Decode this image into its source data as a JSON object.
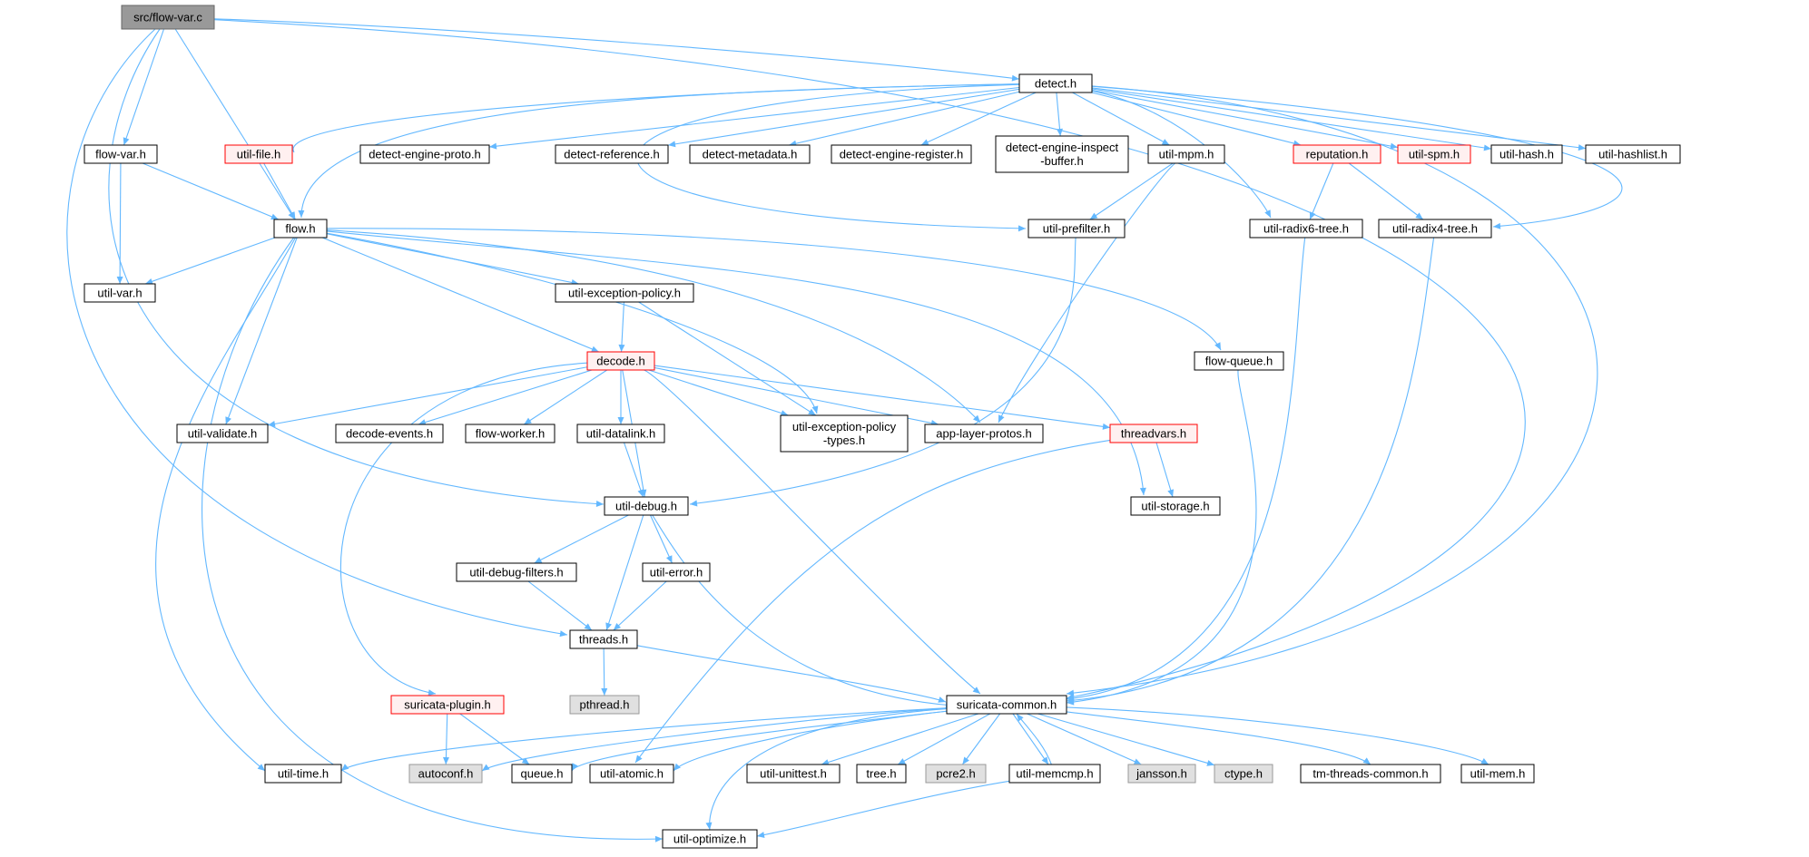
{
  "colors": {
    "edge": "#63b8ff",
    "root_fill": "#999999",
    "root_border": "#666666",
    "normal_fill": "#ffffff",
    "normal_border": "#000000",
    "missing_fill": "#e0e0e0",
    "missing_border": "#999999",
    "truncated_fill": "#fff0f0",
    "truncated_border": "#ff0000"
  },
  "nodes": [
    {
      "id": "flow-var-c",
      "label": "src/flow-var.c",
      "kind": "root"
    },
    {
      "id": "detect-h",
      "label": "detect.h",
      "kind": "normal"
    },
    {
      "id": "flow-var-h",
      "label": "flow-var.h",
      "kind": "normal"
    },
    {
      "id": "util-file-h",
      "label": "util-file.h",
      "kind": "truncated"
    },
    {
      "id": "detect-engine-proto-h",
      "label": "detect-engine-proto.h",
      "kind": "normal"
    },
    {
      "id": "detect-reference-h",
      "label": "detect-reference.h",
      "kind": "normal"
    },
    {
      "id": "detect-metadata-h",
      "label": "detect-metadata.h",
      "kind": "normal"
    },
    {
      "id": "detect-engine-register-h",
      "label": "detect-engine-register.h",
      "kind": "normal"
    },
    {
      "id": "detect-engine-inspect-buffer-h",
      "label": "detect-engine-inspect\n-buffer.h",
      "kind": "normal"
    },
    {
      "id": "util-mpm-h",
      "label": "util-mpm.h",
      "kind": "normal"
    },
    {
      "id": "reputation-h",
      "label": "reputation.h",
      "kind": "truncated"
    },
    {
      "id": "util-spm-h",
      "label": "util-spm.h",
      "kind": "truncated"
    },
    {
      "id": "util-hash-h",
      "label": "util-hash.h",
      "kind": "normal"
    },
    {
      "id": "util-hashlist-h",
      "label": "util-hashlist.h",
      "kind": "normal"
    },
    {
      "id": "flow-h",
      "label": "flow.h",
      "kind": "normal"
    },
    {
      "id": "util-prefilter-h",
      "label": "util-prefilter.h",
      "kind": "normal"
    },
    {
      "id": "util-radix6-tree-h",
      "label": "util-radix6-tree.h",
      "kind": "normal"
    },
    {
      "id": "util-radix4-tree-h",
      "label": "util-radix4-tree.h",
      "kind": "normal"
    },
    {
      "id": "util-var-h",
      "label": "util-var.h",
      "kind": "normal"
    },
    {
      "id": "util-exception-policy-h",
      "label": "util-exception-policy.h",
      "kind": "normal"
    },
    {
      "id": "flow-queue-h",
      "label": "flow-queue.h",
      "kind": "normal"
    },
    {
      "id": "decode-h",
      "label": "decode.h",
      "kind": "truncated"
    },
    {
      "id": "util-validate-h",
      "label": "util-validate.h",
      "kind": "normal"
    },
    {
      "id": "decode-events-h",
      "label": "decode-events.h",
      "kind": "normal"
    },
    {
      "id": "flow-worker-h",
      "label": "flow-worker.h",
      "kind": "normal"
    },
    {
      "id": "util-datalink-h",
      "label": "util-datalink.h",
      "kind": "normal"
    },
    {
      "id": "util-exception-policy-types-h",
      "label": "util-exception-policy\n-types.h",
      "kind": "normal"
    },
    {
      "id": "app-layer-protos-h",
      "label": "app-layer-protos.h",
      "kind": "normal"
    },
    {
      "id": "threadvars-h",
      "label": "threadvars.h",
      "kind": "truncated"
    },
    {
      "id": "util-debug-h",
      "label": "util-debug.h",
      "kind": "normal"
    },
    {
      "id": "util-storage-h",
      "label": "util-storage.h",
      "kind": "normal"
    },
    {
      "id": "util-debug-filters-h",
      "label": "util-debug-filters.h",
      "kind": "normal"
    },
    {
      "id": "util-error-h",
      "label": "util-error.h",
      "kind": "normal"
    },
    {
      "id": "threads-h",
      "label": "threads.h",
      "kind": "normal"
    },
    {
      "id": "pthread-h",
      "label": "pthread.h",
      "kind": "missing"
    },
    {
      "id": "suricata-plugin-h",
      "label": "suricata-plugin.h",
      "kind": "truncated"
    },
    {
      "id": "suricata-common-h",
      "label": "suricata-common.h",
      "kind": "normal"
    },
    {
      "id": "util-time-h",
      "label": "util-time.h",
      "kind": "normal"
    },
    {
      "id": "autoconf-h",
      "label": "autoconf.h",
      "kind": "missing"
    },
    {
      "id": "queue-h",
      "label": "queue.h",
      "kind": "normal"
    },
    {
      "id": "util-atomic-h",
      "label": "util-atomic.h",
      "kind": "normal"
    },
    {
      "id": "util-unittest-h",
      "label": "util-unittest.h",
      "kind": "normal"
    },
    {
      "id": "tree-h",
      "label": "tree.h",
      "kind": "normal"
    },
    {
      "id": "pcre2-h",
      "label": "pcre2.h",
      "kind": "missing"
    },
    {
      "id": "util-memcmp-h",
      "label": "util-memcmp.h",
      "kind": "normal"
    },
    {
      "id": "jansson-h",
      "label": "jansson.h",
      "kind": "missing"
    },
    {
      "id": "ctype-h",
      "label": "ctype.h",
      "kind": "missing"
    },
    {
      "id": "tm-threads-common-h",
      "label": "tm-threads-common.h",
      "kind": "normal"
    },
    {
      "id": "util-mem-h",
      "label": "util-mem.h",
      "kind": "normal"
    },
    {
      "id": "util-optimize-h",
      "label": "util-optimize.h",
      "kind": "normal"
    }
  ],
  "edges": [
    [
      "flow-var-c",
      "detect-h"
    ],
    [
      "flow-var-c",
      "flow-var-h"
    ],
    [
      "flow-var-c",
      "flow-h"
    ],
    [
      "flow-var-c",
      "util-debug-h"
    ],
    [
      "flow-var-c",
      "threads-h"
    ],
    [
      "flow-var-c",
      "suricata-common-h"
    ],
    [
      "detect-h",
      "util-file-h"
    ],
    [
      "detect-h",
      "flow-h"
    ],
    [
      "detect-h",
      "detect-engine-proto-h"
    ],
    [
      "detect-h",
      "detect-reference-h"
    ],
    [
      "detect-h",
      "detect-metadata-h"
    ],
    [
      "detect-h",
      "detect-engine-register-h"
    ],
    [
      "detect-h",
      "detect-engine-inspect-buffer-h"
    ],
    [
      "detect-h",
      "util-mpm-h"
    ],
    [
      "detect-h",
      "reputation-h"
    ],
    [
      "detect-h",
      "util-spm-h"
    ],
    [
      "detect-h",
      "util-hash-h"
    ],
    [
      "detect-h",
      "util-hashlist-h"
    ],
    [
      "detect-h",
      "util-prefilter-h"
    ],
    [
      "detect-h",
      "util-radix6-tree-h"
    ],
    [
      "detect-h",
      "util-radix4-tree-h"
    ],
    [
      "detect-h",
      "suricata-common-h"
    ],
    [
      "flow-var-h",
      "flow-h"
    ],
    [
      "flow-var-h",
      "util-var-h"
    ],
    [
      "util-file-h",
      "flow-h"
    ],
    [
      "util-mpm-h",
      "util-prefilter-h"
    ],
    [
      "util-mpm-h",
      "app-layer-protos-h"
    ],
    [
      "reputation-h",
      "util-radix6-tree-h"
    ],
    [
      "reputation-h",
      "util-radix4-tree-h"
    ],
    [
      "util-prefilter-h",
      "util-debug-h"
    ],
    [
      "util-radix6-tree-h",
      "suricata-common-h"
    ],
    [
      "util-radix4-tree-h",
      "suricata-common-h"
    ],
    [
      "flow-h",
      "util-var-h"
    ],
    [
      "flow-h",
      "util-exception-policy-h"
    ],
    [
      "flow-h",
      "decode-h"
    ],
    [
      "flow-h",
      "flow-queue-h"
    ],
    [
      "flow-h",
      "util-validate-h"
    ],
    [
      "flow-h",
      "util-exception-policy-types-h"
    ],
    [
      "flow-h",
      "app-layer-protos-h"
    ],
    [
      "flow-h",
      "util-storage-h"
    ],
    [
      "flow-h",
      "util-time-h"
    ],
    [
      "flow-h",
      "util-optimize-h"
    ],
    [
      "util-exception-policy-h",
      "decode-h"
    ],
    [
      "util-exception-policy-h",
      "util-exception-policy-types-h"
    ],
    [
      "flow-queue-h",
      "suricata-common-h"
    ],
    [
      "decode-h",
      "util-validate-h"
    ],
    [
      "decode-h",
      "decode-events-h"
    ],
    [
      "decode-h",
      "flow-worker-h"
    ],
    [
      "decode-h",
      "util-datalink-h"
    ],
    [
      "decode-h",
      "util-exception-policy-types-h"
    ],
    [
      "decode-h",
      "app-layer-protos-h"
    ],
    [
      "decode-h",
      "threadvars-h"
    ],
    [
      "decode-h",
      "util-debug-h"
    ],
    [
      "decode-h",
      "suricata-plugin-h"
    ],
    [
      "decode-h",
      "suricata-common-h"
    ],
    [
      "util-datalink-h",
      "util-debug-h"
    ],
    [
      "threadvars-h",
      "util-storage-h"
    ],
    [
      "threadvars-h",
      "util-atomic-h"
    ],
    [
      "util-debug-h",
      "util-debug-filters-h"
    ],
    [
      "util-debug-h",
      "util-error-h"
    ],
    [
      "util-debug-h",
      "threads-h"
    ],
    [
      "util-debug-h",
      "suricata-common-h"
    ],
    [
      "util-debug-filters-h",
      "threads-h"
    ],
    [
      "util-error-h",
      "threads-h"
    ],
    [
      "threads-h",
      "pthread-h"
    ],
    [
      "threads-h",
      "suricata-common-h"
    ],
    [
      "suricata-plugin-h",
      "autoconf-h"
    ],
    [
      "suricata-plugin-h",
      "queue-h"
    ],
    [
      "suricata-common-h",
      "util-time-h"
    ],
    [
      "suricata-common-h",
      "autoconf-h"
    ],
    [
      "suricata-common-h",
      "queue-h"
    ],
    [
      "suricata-common-h",
      "util-atomic-h"
    ],
    [
      "suricata-common-h",
      "util-unittest-h"
    ],
    [
      "suricata-common-h",
      "tree-h"
    ],
    [
      "suricata-common-h",
      "pcre2-h"
    ],
    [
      "suricata-common-h",
      "util-memcmp-h"
    ],
    [
      "suricata-common-h",
      "jansson-h"
    ],
    [
      "suricata-common-h",
      "ctype-h"
    ],
    [
      "suricata-common-h",
      "tm-threads-common-h"
    ],
    [
      "suricata-common-h",
      "util-mem-h"
    ],
    [
      "suricata-common-h",
      "util-optimize-h"
    ],
    [
      "util-memcmp-h",
      "suricata-common-h"
    ],
    [
      "util-memcmp-h",
      "util-optimize-h"
    ]
  ]
}
